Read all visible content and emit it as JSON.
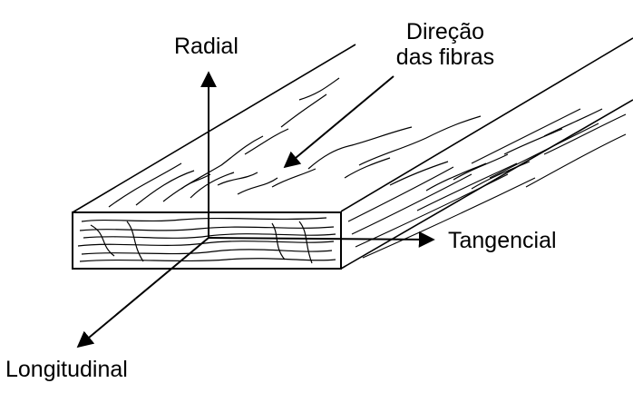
{
  "labels": {
    "radial": "Radial",
    "fiber_direction_line1": "Direção",
    "fiber_direction_line2": "das fibras",
    "tangential": "Tangencial",
    "longitudinal": "Longitudinal"
  },
  "colors": {
    "ink": "#000000",
    "background": "#ffffff"
  }
}
